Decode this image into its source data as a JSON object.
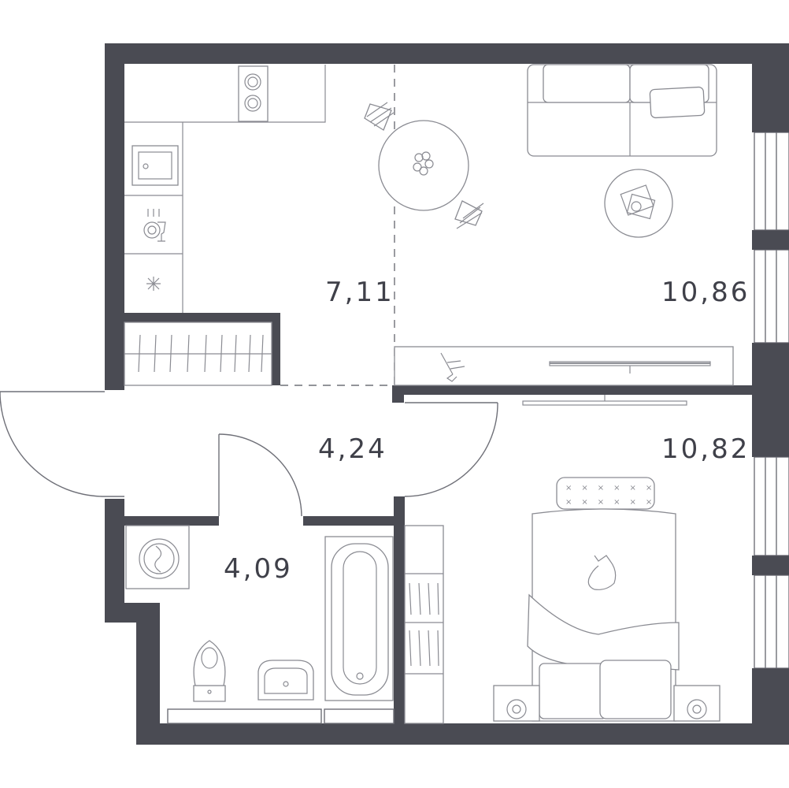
{
  "rooms": [
    {
      "id": "kitchen",
      "area": "7,11"
    },
    {
      "id": "living-room",
      "area": "10,86"
    },
    {
      "id": "hallway",
      "area": "4,24"
    },
    {
      "id": "bedroom",
      "area": "10,82"
    },
    {
      "id": "bathroom",
      "area": "4,09"
    }
  ],
  "colors": {
    "wall": "#4a4b53",
    "line": "#8a8b92",
    "label": "#3f4049",
    "background": "#ffffff"
  }
}
